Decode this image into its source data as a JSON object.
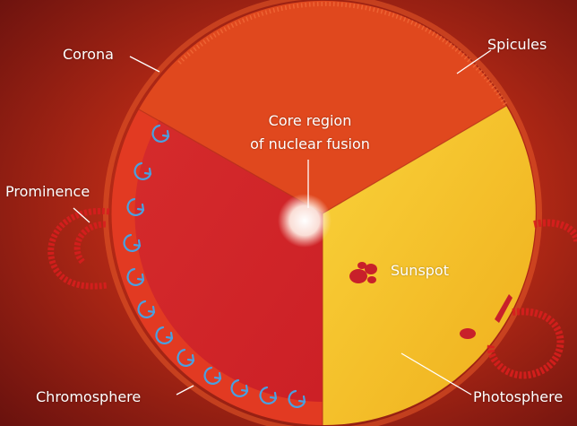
{
  "diagram": {
    "labels": {
      "corona": "Corona",
      "spicules": "Spicules",
      "core_line1": "Core region",
      "core_line2": "of nuclear fusion",
      "prominence": "Prominence",
      "sunspot": "Sunspot",
      "chromosphere": "Chromosphere",
      "photosphere": "Photosphere"
    },
    "colors": {
      "background": "#8a1c14",
      "corona_layer": "#e0481e",
      "chromosphere_layer": "#d8282a",
      "photosphere_layer": "#f5c125",
      "convection_arrows": "#4aa0e0",
      "prominence": "#d81e1e",
      "sunspot": "#c8202a"
    }
  }
}
